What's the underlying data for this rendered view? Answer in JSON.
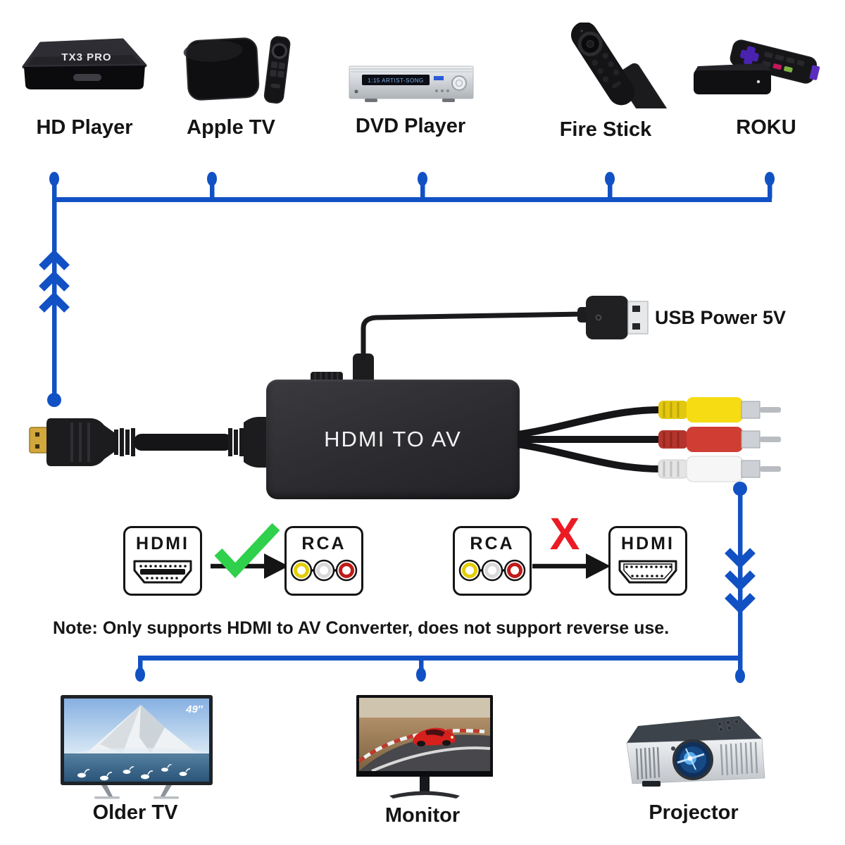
{
  "colors": {
    "connector_blue": "#1251c4",
    "check_green": "#2fd04b",
    "cross_red": "#ec1b23",
    "rca_yellow": "#f6dc12",
    "rca_red": "#cf3d33",
    "rca_white": "#f6f6f6"
  },
  "sources": [
    {
      "label": "HD Player",
      "art_text": "TX3 PRO"
    },
    {
      "label": "Apple TV"
    },
    {
      "label": "DVD Player",
      "display_text": "1:15 ARTIST-SONG"
    },
    {
      "label": "Fire Stick"
    },
    {
      "label": "ROKU"
    }
  ],
  "converter": {
    "label": "HDMI TO AV",
    "power_label": "USB Power 5V"
  },
  "compatibility": {
    "supported": {
      "from": "HDMI",
      "to": "RCA"
    },
    "unsupported": {
      "from": "RCA",
      "to": "HDMI",
      "cross_label": "X"
    }
  },
  "note": "Note: Only supports HDMI to AV Converter, does not support reverse use.",
  "outputs": [
    {
      "label": "Older TV",
      "badge": "49″"
    },
    {
      "label": "Monitor"
    },
    {
      "label": "Projector"
    }
  ]
}
